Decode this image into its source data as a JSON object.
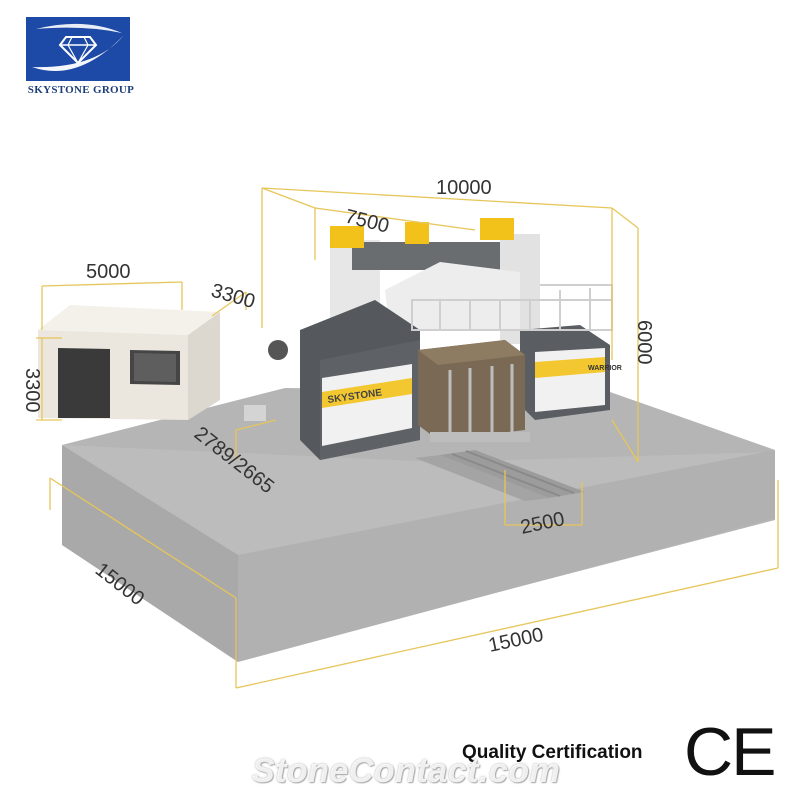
{
  "brand": {
    "company_name": "SKYSTONE GROUP",
    "logo_icon": "diamond-swoosh-icon",
    "logo_bg": "#1d4aa6",
    "machine_label": "SKYSTONE",
    "model_label": "WARRIOR"
  },
  "dimensions": {
    "machine_length": "10000",
    "machine_depth": "7500",
    "machine_height": "6000",
    "room_width": "5000",
    "room_depth": "3300",
    "room_height": "3300",
    "side_clearance": "2789/2665",
    "rail_width": "2500",
    "base_depth": "15000",
    "base_width": "15000"
  },
  "footer": {
    "quality_text": "Quality Certification",
    "ce_mark": "CE",
    "watermark": "StoneContact.com"
  },
  "colors": {
    "dimension_line": "#e6c65a",
    "accent_yellow": "#f2c21a",
    "machine_gray": "#5b5f63",
    "floor_gray": "#b9b9b9"
  }
}
